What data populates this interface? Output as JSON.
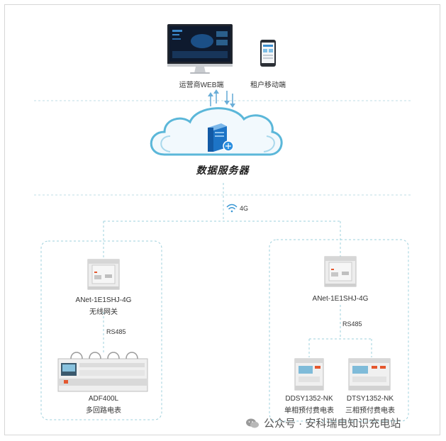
{
  "top": {
    "web_label": "运营商WEB端",
    "mobile_label": "租户移动端"
  },
  "server": {
    "label": "数据服务器"
  },
  "network": {
    "label": "4G"
  },
  "left_group": {
    "gateway_model": "ANet-1E1SHJ-4G",
    "gateway_desc": "无线网关",
    "bus_label": "RS485",
    "meter_model": "ADF400L",
    "meter_desc": "多回路电表"
  },
  "right_group": {
    "gateway_model": "ANet-1E1SHJ-4G",
    "bus_label": "RS485",
    "meter1_model": "DDSY1352-NK",
    "meter1_desc": "单相预付费电表",
    "meter2_model": "DTSY1352-NK",
    "meter2_desc": "三相预付费电表"
  },
  "watermark": {
    "text": "公众号 · 安科瑞电知识充电站"
  },
  "colors": {
    "dashed_line": "#9ed0dc",
    "cloud_stroke": "#5bb7d9",
    "cloud_fill": "#f2f9fd",
    "server_blue": "#1d74c6",
    "arrow_blue": "#6aaed8"
  }
}
